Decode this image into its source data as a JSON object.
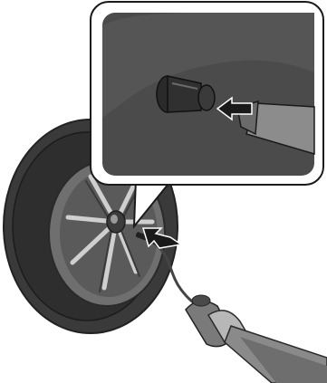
{
  "illustration": {
    "subject": "tire-inflation-valve-illustration",
    "text_labels": [],
    "callout": {
      "shows": "valve-stem-closeup",
      "arrow_direction": "left"
    },
    "main_arrow": {
      "points_to": "valve-stem",
      "arrow_direction": "left"
    },
    "palette": {
      "tire": "#3a3a3a",
      "tire_tread": "#2d2d2d",
      "rim": "#6e6e6e",
      "rim_highlight": "#c8c8c8",
      "callout_bg": "#4b4b4b",
      "callout_border": "#1a1a1a",
      "arm": "#8a8a8a",
      "arrow": "#1a1a1a",
      "arrow_outline": "#ffffff",
      "hose": "#555555",
      "canister": "#777777"
    }
  }
}
